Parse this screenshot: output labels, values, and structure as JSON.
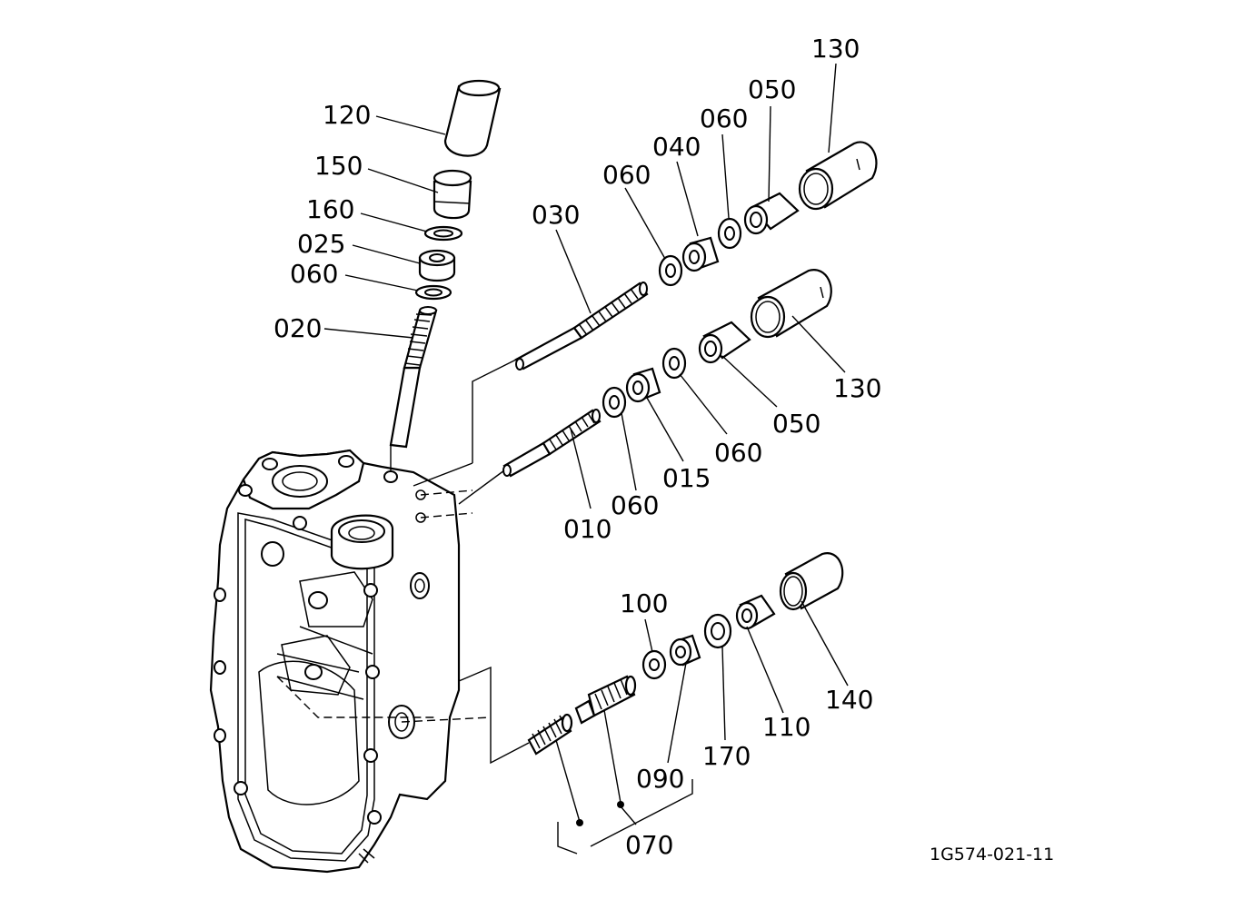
{
  "labels": {
    "l120": "120",
    "l150": "150",
    "l160": "160",
    "l025": "025",
    "l060a": "060",
    "l020": "020",
    "l030": "030",
    "l060b": "060",
    "l040": "040",
    "l060c": "060",
    "l050a": "050",
    "l130a": "130",
    "l130b": "130",
    "l050b": "050",
    "l060d": "060",
    "l015": "015",
    "l060e": "060",
    "l010": "010",
    "l100": "100",
    "l140": "140",
    "l110": "110",
    "l170": "170",
    "l090": "090",
    "l070": "070"
  },
  "drawing_code": "1G574-021-11"
}
